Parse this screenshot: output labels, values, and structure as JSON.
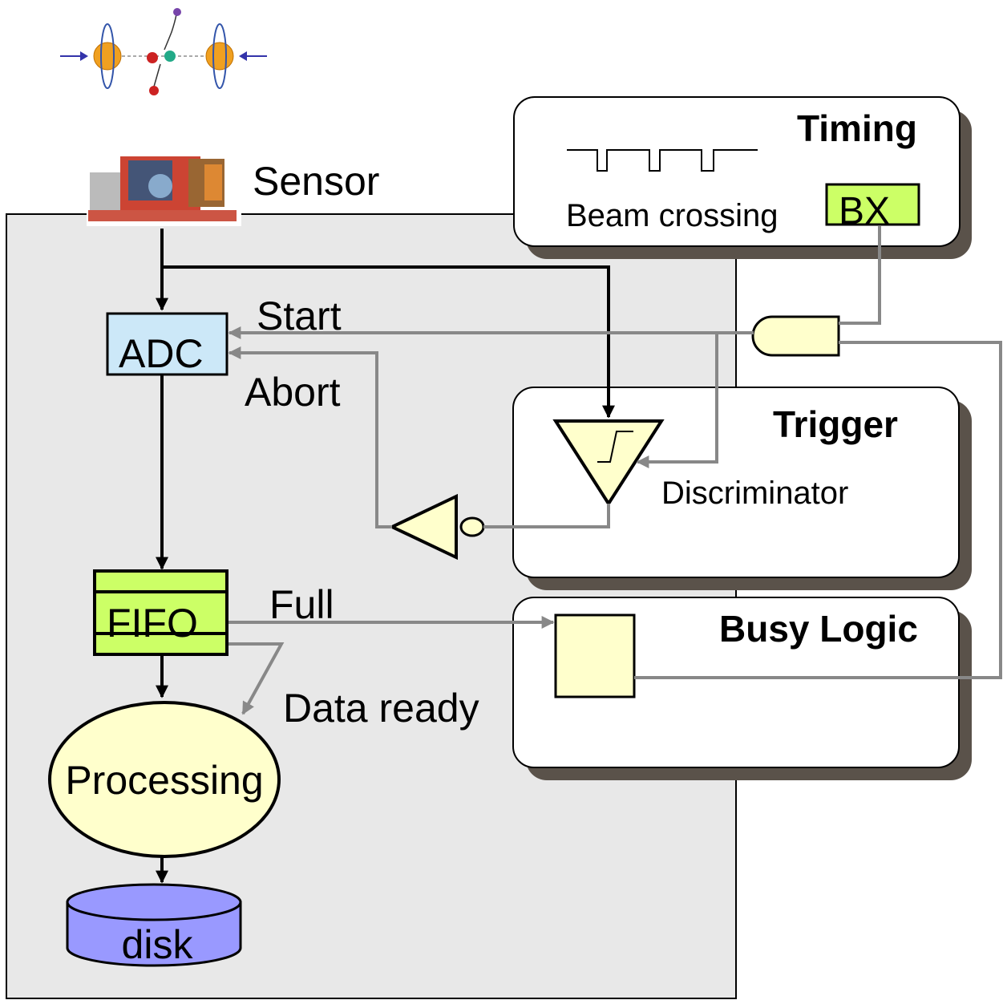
{
  "labels": {
    "sensor": "Sensor",
    "timing": "Timing",
    "beam_crossing": "Beam crossing",
    "bx": "BX",
    "start": "Start",
    "abort": "Abort",
    "adc": "ADC",
    "trigger": "Trigger",
    "discriminator": "Discriminator",
    "fifo": "FIFO",
    "full": "Full",
    "busy_logic": "Busy Logic",
    "data_ready": "Data ready",
    "processing": "Processing",
    "disk": "disk"
  },
  "colors": {
    "panel": "#e8e8e8",
    "adc": "#cce8f8",
    "bx": "#ccff66",
    "fifo": "#ccff66",
    "cream": "#ffffcc",
    "disk": "#9999ff",
    "shadow": "#5a524a",
    "signal_gray": "#888888"
  }
}
